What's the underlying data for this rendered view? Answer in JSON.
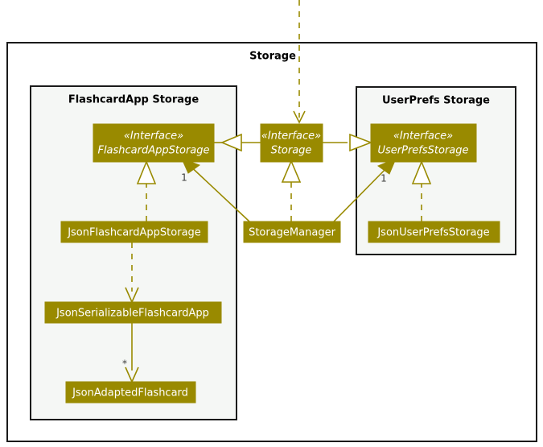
{
  "diagram": {
    "type": "uml-class-diagram",
    "title": "Storage",
    "accent_color": "#998A00",
    "class_fill": "#998A00",
    "class_text_color": "#ffffff",
    "package_fill": "#f5f7f5",
    "border_color": "#1a1a1a",
    "stereotype": "«Interface»"
  },
  "packages": [
    {
      "id": "storage",
      "title": "Storage"
    },
    {
      "id": "flashcardapp-storage",
      "title": "FlashcardApp Storage"
    },
    {
      "id": "userprefs-storage",
      "title": "UserPrefs Storage"
    }
  ],
  "classes": [
    {
      "id": "flashcard-app-storage",
      "stereotype": "«Interface»",
      "name": "FlashcardAppStorage",
      "italic": true
    },
    {
      "id": "storage-interface",
      "stereotype": "«Interface»",
      "name": "Storage",
      "italic": true
    },
    {
      "id": "user-prefs-storage",
      "stereotype": "«Interface»",
      "name": "UserPrefsStorage",
      "italic": true
    },
    {
      "id": "json-flashcard-app-storage",
      "stereotype": "",
      "name": "JsonFlashcardAppStorage",
      "italic": false
    },
    {
      "id": "storage-manager",
      "stereotype": "",
      "name": "StorageManager",
      "italic": false
    },
    {
      "id": "json-user-prefs-storage",
      "stereotype": "",
      "name": "JsonUserPrefsStorage",
      "italic": false
    },
    {
      "id": "json-serializable-flashcard-app",
      "stereotype": "",
      "name": "JsonSerializableFlashcardApp",
      "italic": false
    },
    {
      "id": "json-adapted-flashcard",
      "stereotype": "",
      "name": "JsonAdaptedFlashcard",
      "italic": false
    }
  ],
  "multiplicities": [
    {
      "id": "mult-flashcardapp",
      "label": "1"
    },
    {
      "id": "mult-userprefs",
      "label": "1"
    },
    {
      "id": "mult-adapted-flashcard",
      "label": "*"
    }
  ],
  "relationships": [
    {
      "from": "storage-interface",
      "to": "flashcard-app-storage",
      "kind": "generalization"
    },
    {
      "from": "storage-interface",
      "to": "user-prefs-storage",
      "kind": "generalization"
    },
    {
      "from": "json-flashcard-app-storage",
      "to": "flashcard-app-storage",
      "kind": "realization"
    },
    {
      "from": "json-user-prefs-storage",
      "to": "user-prefs-storage",
      "kind": "realization"
    },
    {
      "from": "storage-manager",
      "to": "storage-interface",
      "kind": "realization"
    },
    {
      "from": "storage-manager",
      "to": "flashcard-app-storage",
      "kind": "association",
      "multiplicity": "1"
    },
    {
      "from": "storage-manager",
      "to": "user-prefs-storage",
      "kind": "association",
      "multiplicity": "1"
    },
    {
      "from": "json-flashcard-app-storage",
      "to": "json-serializable-flashcard-app",
      "kind": "dependency"
    },
    {
      "from": "json-serializable-flashcard-app",
      "to": "json-adapted-flashcard",
      "kind": "association",
      "multiplicity": "*"
    },
    {
      "from": "external",
      "to": "storage-interface",
      "kind": "dependency"
    }
  ]
}
